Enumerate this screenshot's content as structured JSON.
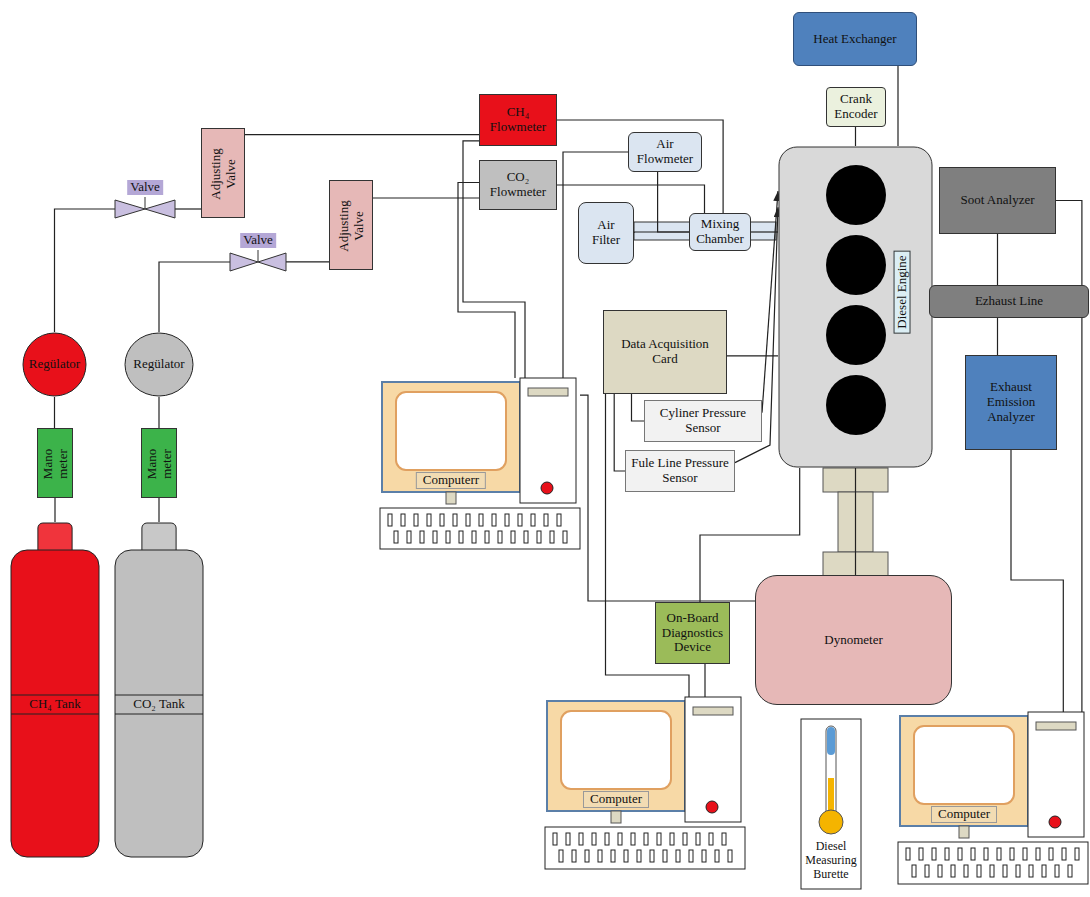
{
  "diagram": {
    "nodes": [
      {
        "text": [
          "CH₄ Tank"
        ]
      },
      {
        "text": [
          "CO₂ Tank"
        ]
      },
      {
        "text": [
          "Mano meter"
        ]
      },
      {
        "text": [
          "Mano meter"
        ]
      },
      {
        "text": [
          "Regülator"
        ]
      },
      {
        "text": [
          "Regülator"
        ]
      },
      {
        "text": [
          "Valve"
        ]
      },
      {
        "text": [
          "Valve"
        ]
      },
      {
        "text": [
          "Adjusting Valve"
        ]
      },
      {
        "text": [
          "Adjusting Valve"
        ]
      },
      {
        "text": [
          "CH₄ Flowmeter"
        ]
      },
      {
        "text": [
          "CO₂ Flowmeter"
        ]
      },
      {
        "text": [
          "Air Flowmeter"
        ]
      },
      {
        "text": [
          "Air Filter"
        ]
      },
      {
        "text": [
          "Mixing Chamber"
        ]
      },
      {
        "text": [
          "Crank Encoder"
        ]
      },
      {
        "text": [
          "Heat Exchanger"
        ]
      },
      {
        "text": [
          "Diesel Engine"
        ]
      },
      {
        "text": [
          "Soot Analyzer"
        ]
      },
      {
        "text": [
          "Ezhaust Line"
        ]
      },
      {
        "text": [
          "Exhaust Emission Analyzer"
        ]
      },
      {
        "text": [
          "Data Acquisition Card"
        ]
      },
      {
        "text": [
          "Cyliner Pressure Sensor"
        ]
      },
      {
        "text": [
          "Fule Line Pressure Sensor"
        ]
      },
      {
        "text": [
          "Computerr"
        ]
      },
      {
        "text": [
          "Dynometer"
        ]
      },
      {
        "text": [
          "On-Board Diagnostics Device"
        ]
      },
      {
        "text": [
          "Computer"
        ]
      },
      {
        "text": [
          "Computer"
        ]
      },
      {
        "text": [
          "Diesel Measuring Burette"
        ]
      }
    ],
    "edges": [
      {
        "from": 0,
        "to": 2,
        "arrow": "none"
      },
      {
        "from": 2,
        "to": 4,
        "arrow": "none"
      },
      {
        "from": 4,
        "to": 6,
        "arrow": "none"
      },
      {
        "from": 6,
        "to": 8,
        "arrow": "none"
      },
      {
        "from": 8,
        "to": 10,
        "arrow": "none"
      },
      {
        "from": 1,
        "to": 3,
        "arrow": "none"
      },
      {
        "from": 3,
        "to": 5,
        "arrow": "none"
      },
      {
        "from": 5,
        "to": 7,
        "arrow": "none"
      },
      {
        "from": 7,
        "to": 9,
        "arrow": "none"
      },
      {
        "from": 9,
        "to": 11,
        "arrow": "none"
      },
      {
        "from": 10,
        "to": 14,
        "arrow": "none"
      },
      {
        "from": 11,
        "to": 14,
        "arrow": "none"
      },
      {
        "from": 13,
        "to": 14,
        "arrow": "none"
      },
      {
        "from": 12,
        "to": 14,
        "arrow": "none"
      },
      {
        "from": 14,
        "to": 17,
        "arrow": "none"
      },
      {
        "from": 10,
        "to": 24,
        "arrow": "none"
      },
      {
        "from": 11,
        "to": 24,
        "arrow": "none"
      },
      {
        "from": 12,
        "to": 24,
        "arrow": "none"
      },
      {
        "from": 15,
        "to": 17,
        "arrow": "none"
      },
      {
        "from": 16,
        "to": 17,
        "arrow": "none"
      },
      {
        "from": 21,
        "to": 17,
        "arrow": "none"
      },
      {
        "from": 22,
        "to": 17,
        "arrow": "to"
      },
      {
        "from": 23,
        "to": 17,
        "arrow": "to"
      },
      {
        "from": 21,
        "to": 22,
        "arrow": "none"
      },
      {
        "from": 21,
        "to": 23,
        "arrow": "none"
      },
      {
        "from": 17,
        "to": 25,
        "arrow": "none"
      },
      {
        "from": 26,
        "to": 17,
        "arrow": "none"
      },
      {
        "from": 26,
        "to": 27,
        "arrow": "none"
      },
      {
        "from": 21,
        "to": 27,
        "arrow": "none"
      },
      {
        "from": 24,
        "to": 25,
        "arrow": "none"
      },
      {
        "from": 18,
        "to": 19,
        "arrow": "none"
      },
      {
        "from": 19,
        "to": 20,
        "arrow": "none"
      },
      {
        "from": 18,
        "to": 28,
        "arrow": "none"
      },
      {
        "from": 20,
        "to": 28,
        "arrow": "none"
      },
      {
        "from": 19,
        "to": 17,
        "arrow": "none"
      }
    ]
  }
}
